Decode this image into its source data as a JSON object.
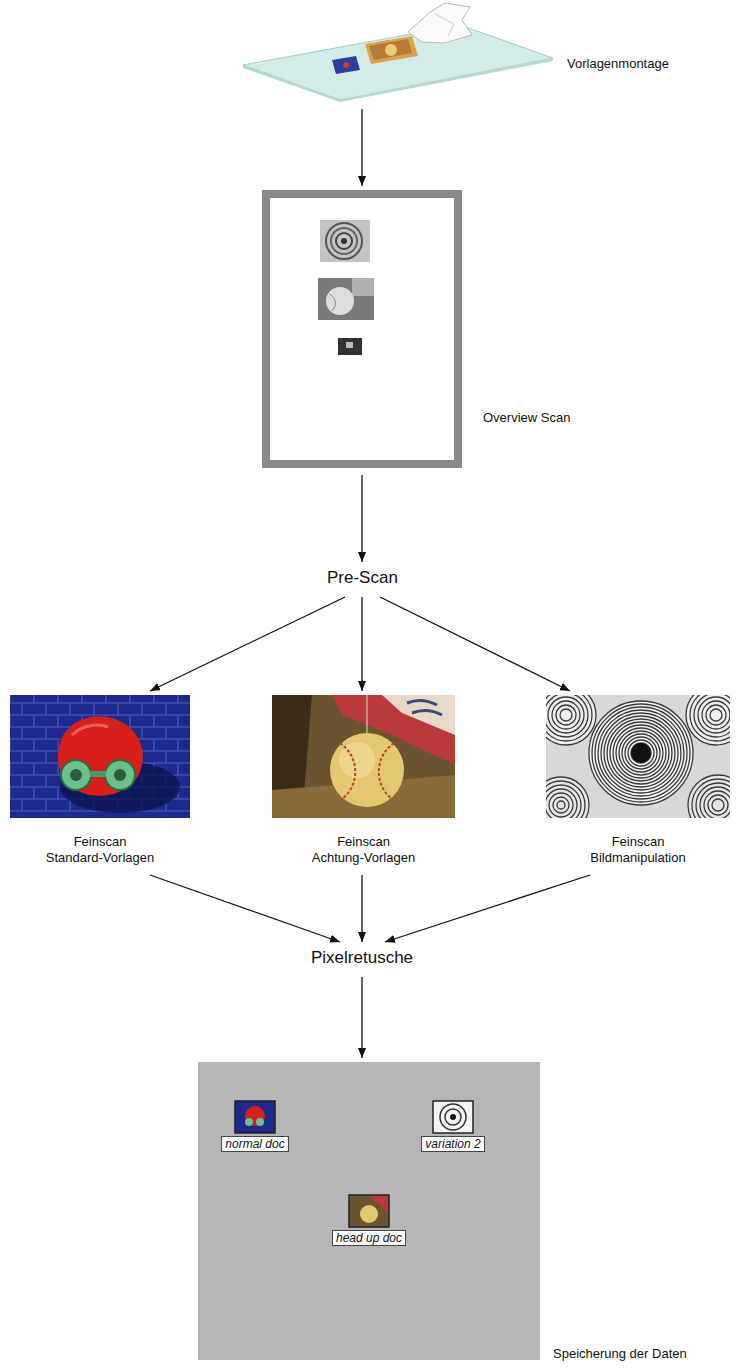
{
  "diagram": {
    "nodes": [
      {
        "text": [
          "Vorlagenmontage"
        ]
      },
      {
        "text": [
          "Overview Scan"
        ]
      },
      {
        "text": [
          "Pre-Scan"
        ]
      },
      {
        "text": [
          "Feinscan Standard-Vorlagen"
        ]
      },
      {
        "text": [
          "Feinscan Achtung-Vorlagen"
        ]
      },
      {
        "text": [
          "Feinscan Bildmanipulation"
        ]
      },
      {
        "text": [
          "Pixelretusche"
        ]
      },
      {
        "text": [
          "Speicherung der Daten"
        ]
      },
      {
        "text": [
          "normal doc"
        ],
        "in": 7
      },
      {
        "text": [
          "variation 2"
        ],
        "in": 7
      },
      {
        "text": [
          "head up doc"
        ],
        "in": 7
      }
    ],
    "edges": [
      {
        "from": 0,
        "to": 1,
        "arrow": "to"
      },
      {
        "from": 1,
        "to": 2,
        "arrow": "to"
      },
      {
        "from": 2,
        "to": 3,
        "arrow": "to"
      },
      {
        "from": 2,
        "to": 4,
        "arrow": "to"
      },
      {
        "from": 2,
        "to": 5,
        "arrow": "to"
      },
      {
        "from": 3,
        "to": 6,
        "arrow": "to"
      },
      {
        "from": 4,
        "to": 6,
        "arrow": "to"
      },
      {
        "from": 5,
        "to": 6,
        "arrow": "to"
      },
      {
        "from": 6,
        "to": 7,
        "arrow": "to"
      }
    ]
  }
}
